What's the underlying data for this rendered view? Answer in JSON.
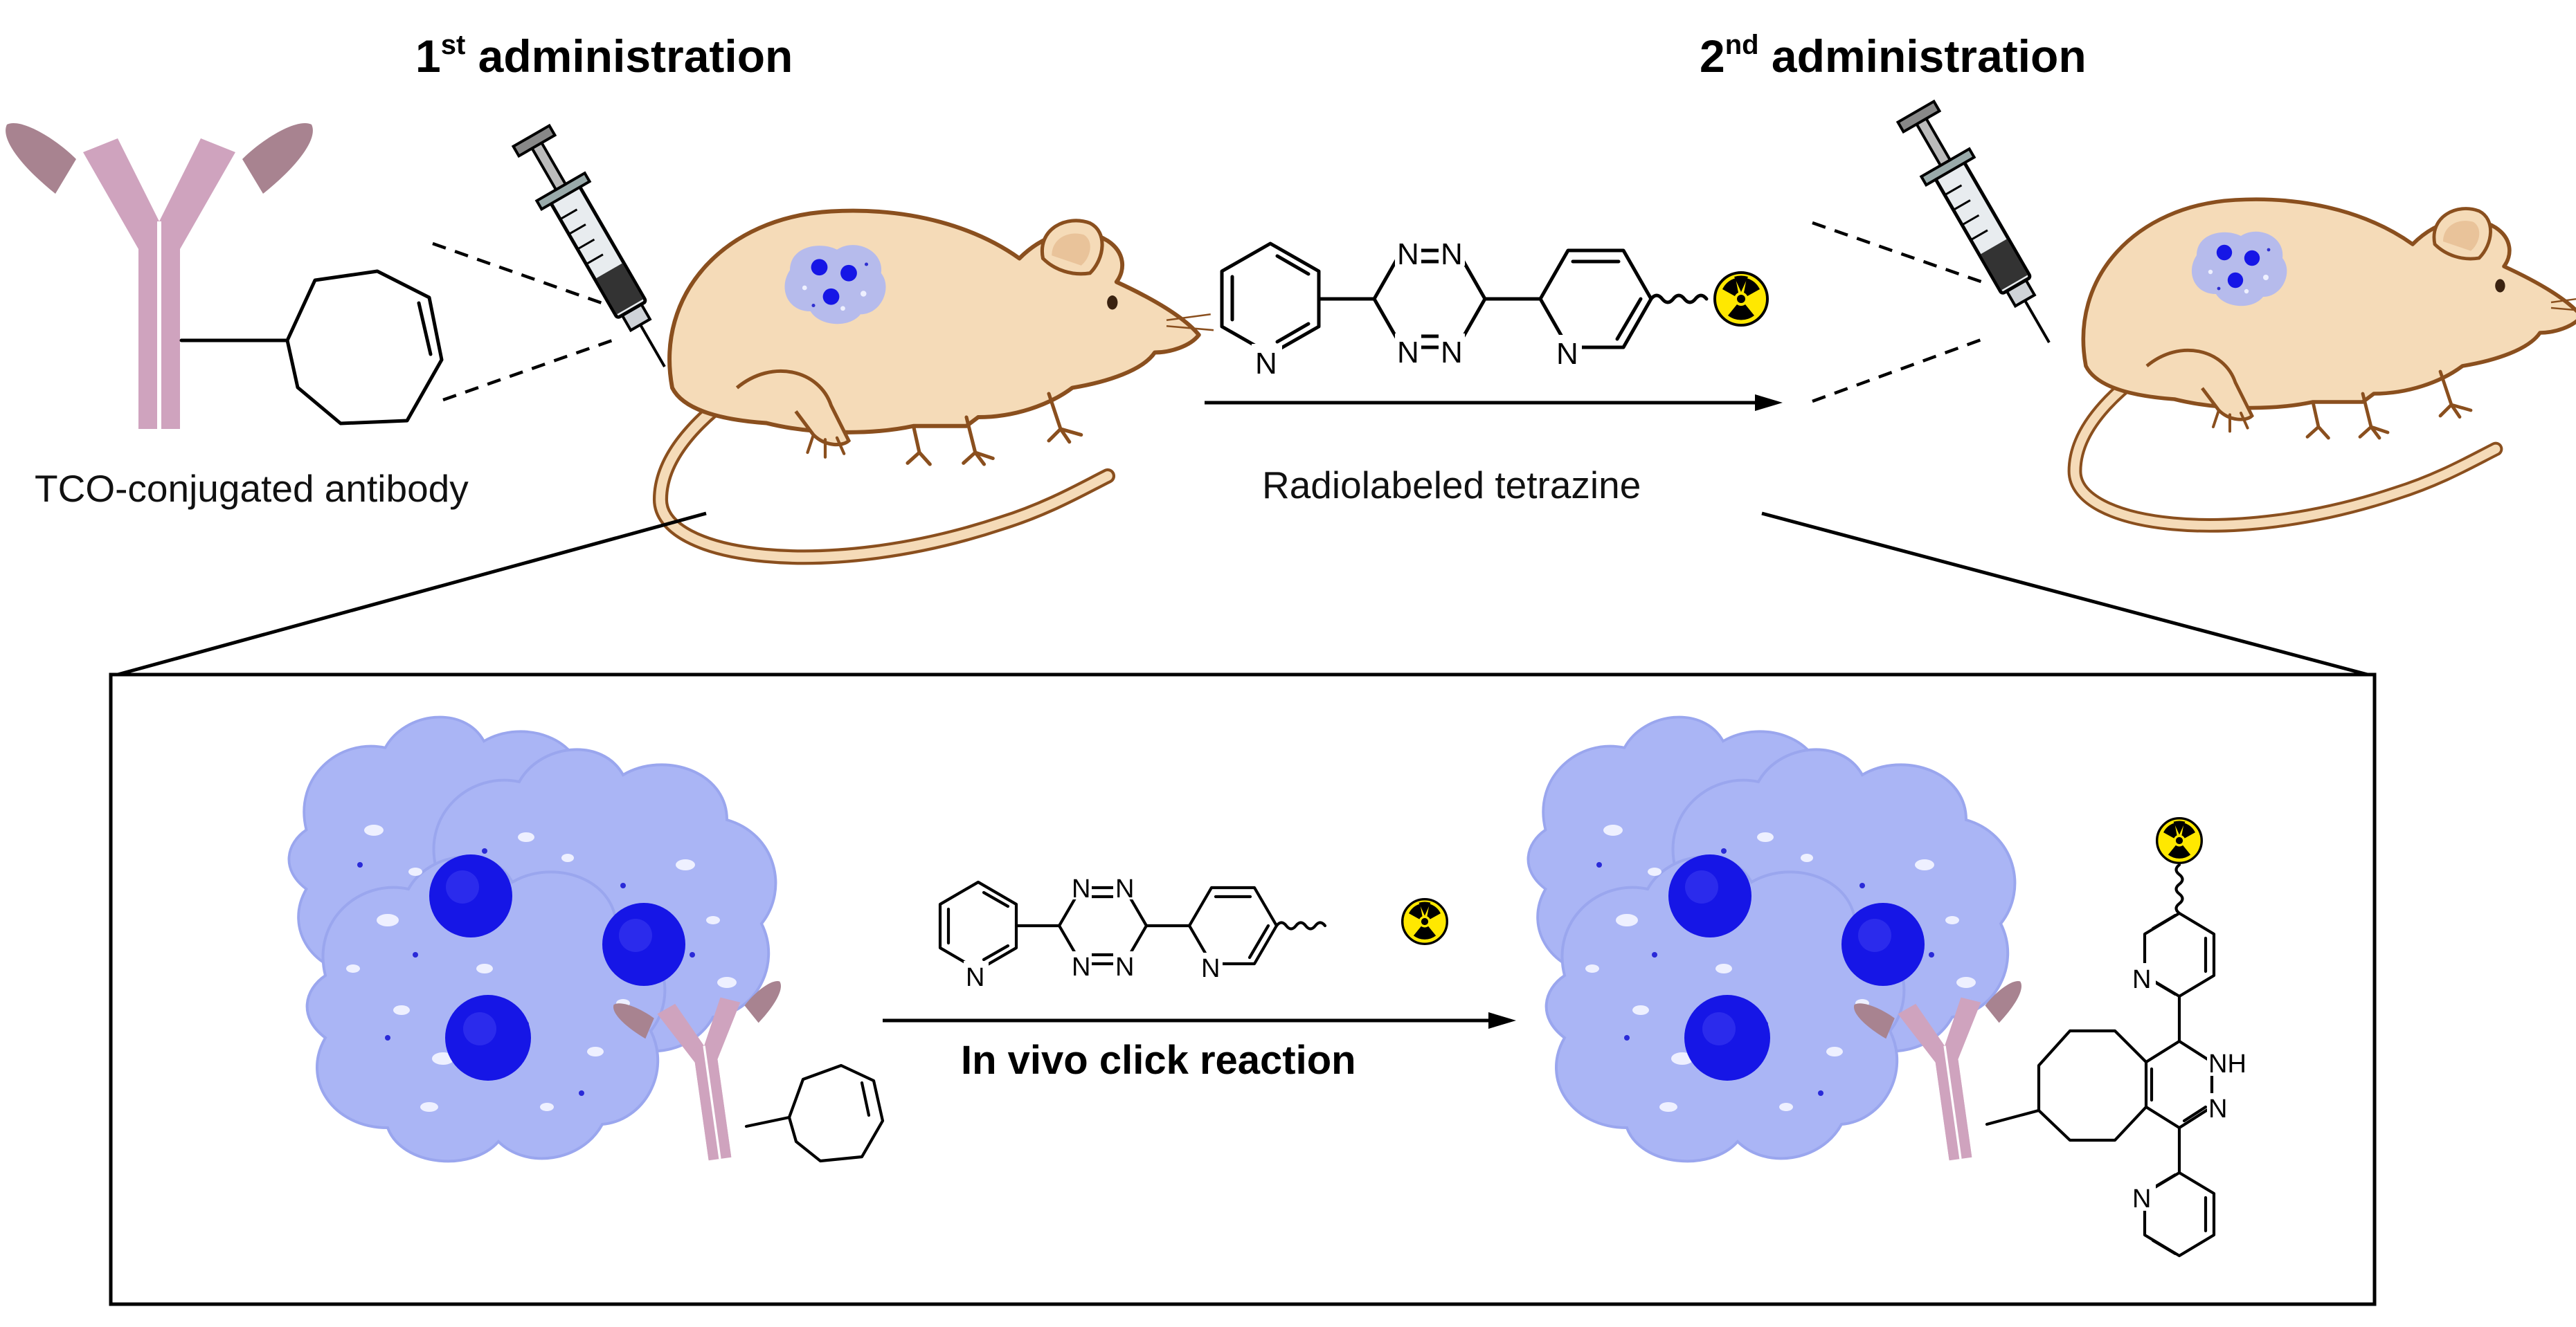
{
  "titles": {
    "first_main": "1",
    "first_sup": "st",
    "first_rest": " administration",
    "second_main": "2",
    "second_sup": "nd",
    "second_rest": " administration"
  },
  "labels": {
    "antibody": "TCO-conjugated antibody",
    "tetrazine": "Radiolabeled tetrazine",
    "click": "In vivo click reaction"
  },
  "atoms": {
    "N": "N",
    "NH": "NH"
  },
  "colors": {
    "antibody": "#cfa3be",
    "antibody_dark": "#a88390",
    "mouse_body": "#f5dbb8",
    "mouse_outline": "#8a4f1e",
    "cell": "#aab5f5",
    "cell_spot": "#eef0ff",
    "nucleus": "#1616e6",
    "radio": "#ffe800"
  },
  "icons": [
    "antibody-icon",
    "syringe-icon",
    "mouse-icon",
    "tumor-cell-icon",
    "radioactive-icon"
  ]
}
